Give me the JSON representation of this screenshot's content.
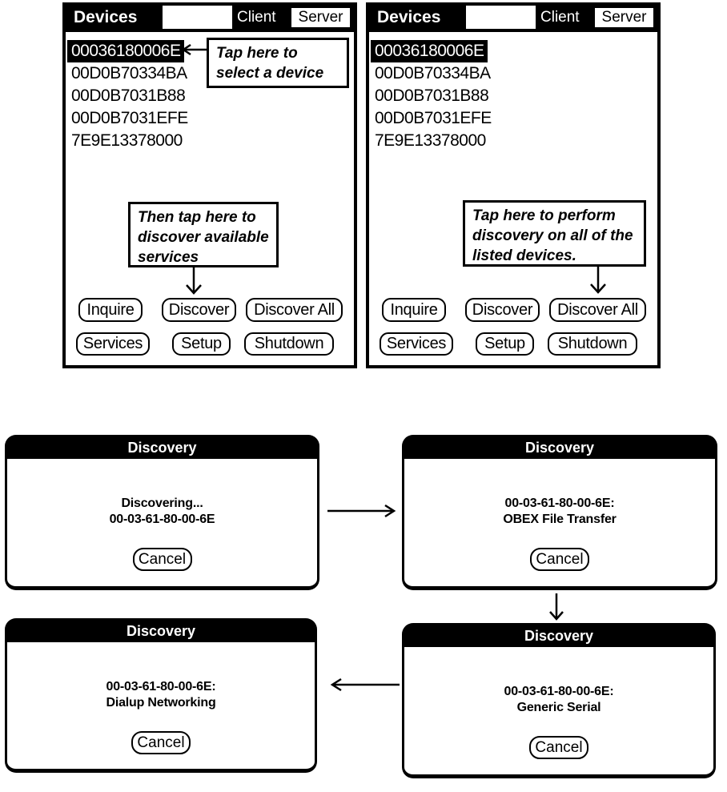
{
  "colors": {
    "ink": "#000000",
    "paper": "#ffffff"
  },
  "device_screen": {
    "title": "Devices",
    "tabs": {
      "client": "Client",
      "server": "Server"
    },
    "active_tab": "Server",
    "devices": [
      "00036180006E",
      "00D0B70334BA",
      "00D0B7031B88",
      "00D0B7031EFE",
      "7E9E13378000"
    ],
    "selected_device": "00036180006E",
    "buttons": {
      "inquire": "Inquire",
      "discover": "Discover",
      "discover_all": "Discover All",
      "services": "Services",
      "setup": "Setup",
      "shutdown": "Shutdown"
    }
  },
  "annotations": {
    "select_device": {
      "lines": [
        "Tap here to",
        "select a device"
      ]
    },
    "discover_services": {
      "lines": [
        "Then tap here to",
        "discover available",
        "services"
      ]
    },
    "discover_all": {
      "lines": [
        "Tap here to perform",
        "discovery on all of the",
        "listed devices."
      ]
    }
  },
  "discovery_dialogs": [
    {
      "title": "Discovery",
      "line1": "Discovering...",
      "line2": "00-03-61-80-00-6E",
      "cancel": "Cancel"
    },
    {
      "title": "Discovery",
      "line1": "00-03-61-80-00-6E:",
      "line2": "OBEX File Transfer",
      "cancel": "Cancel"
    },
    {
      "title": "Discovery",
      "line1": "00-03-61-80-00-6E:",
      "line2": "Generic Serial",
      "cancel": "Cancel"
    },
    {
      "title": "Discovery",
      "line1": "00-03-61-80-00-6E:",
      "line2": "Dialup Networking",
      "cancel": "Cancel"
    }
  ]
}
